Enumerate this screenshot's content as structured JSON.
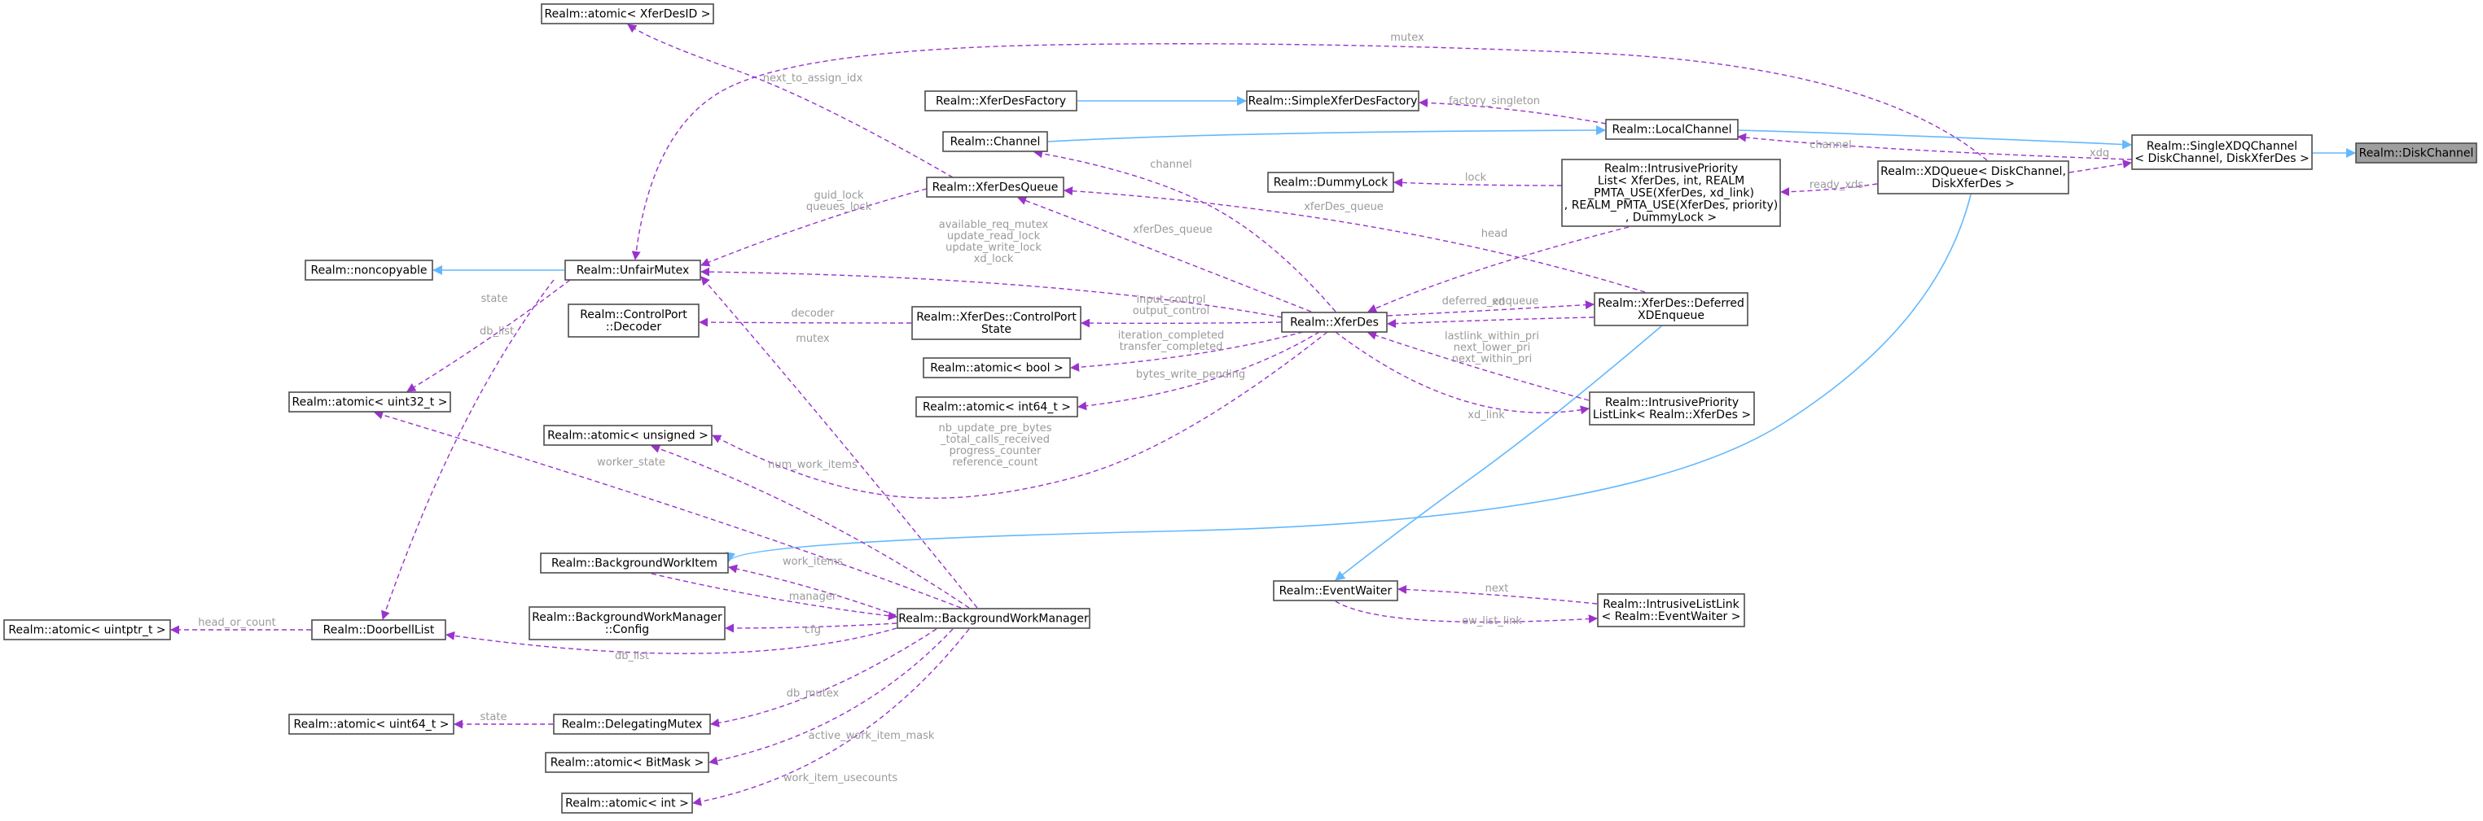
{
  "colors": {
    "inherit_edge": "#63b8ff",
    "use_edge": "#9a32cd",
    "label_text": "#9a9a9a",
    "highlight_fill": "#9e9e9e"
  },
  "nodes": [
    {
      "id": "DiskChannel",
      "lines": [
        "Realm::DiskChannel"
      ],
      "highlight": true
    },
    {
      "id": "SingleXDQChannel",
      "lines": [
        "Realm::SingleXDQChannel",
        "< DiskChannel, DiskXferDes >"
      ]
    },
    {
      "id": "XDQueue",
      "lines": [
        "Realm::XDQueue< DiskChannel,",
        "DiskXferDes >"
      ]
    },
    {
      "id": "LocalChannel",
      "lines": [
        "Realm::LocalChannel"
      ]
    },
    {
      "id": "SimpleXferDesFactory",
      "lines": [
        "Realm::SimpleXferDesFactory"
      ]
    },
    {
      "id": "XferDesFactory",
      "lines": [
        "Realm::XferDesFactory"
      ]
    },
    {
      "id": "Channel",
      "lines": [
        "Realm::Channel"
      ]
    },
    {
      "id": "atomicXferDesID",
      "lines": [
        "Realm::atomic< XferDesID >"
      ]
    },
    {
      "id": "XferDesQueue",
      "lines": [
        "Realm::XferDesQueue"
      ]
    },
    {
      "id": "IntrusivePriorityList",
      "lines": [
        "Realm::IntrusivePriority",
        "List< XferDes, int, REALM",
        "_PMTA_USE(XferDes, xd_link)",
        ", REALM_PMTA_USE(XferDes, priority)",
        ", DummyLock >"
      ]
    },
    {
      "id": "DummyLock",
      "lines": [
        "Realm::DummyLock"
      ]
    },
    {
      "id": "noncopyable",
      "lines": [
        "Realm::noncopyable"
      ]
    },
    {
      "id": "UnfairMutex",
      "lines": [
        "Realm::UnfairMutex"
      ]
    },
    {
      "id": "XferDes",
      "lines": [
        "Realm::XferDes"
      ]
    },
    {
      "id": "DeferredXDEnqueue",
      "lines": [
        "Realm::XferDes::Deferred",
        "XDEnqueue"
      ]
    },
    {
      "id": "ControlPortDecoder",
      "lines": [
        "Realm::ControlPort",
        "::Decoder"
      ]
    },
    {
      "id": "ControlPortState",
      "lines": [
        "Realm::XferDes::ControlPort",
        "State"
      ]
    },
    {
      "id": "atomicBool",
      "lines": [
        "Realm::atomic< bool >"
      ]
    },
    {
      "id": "atomicInt64",
      "lines": [
        "Realm::atomic< int64_t >"
      ]
    },
    {
      "id": "atomicUint32",
      "lines": [
        "Realm::atomic< uint32_t >"
      ]
    },
    {
      "id": "atomicUnsigned",
      "lines": [
        "Realm::atomic< unsigned >"
      ]
    },
    {
      "id": "IntrusivePriorityListLink",
      "lines": [
        "Realm::IntrusivePriority",
        "ListLink< Realm::XferDes >"
      ]
    },
    {
      "id": "BackgroundWorkItem",
      "lines": [
        "Realm::BackgroundWorkItem"
      ]
    },
    {
      "id": "BackgroundWorkManager",
      "lines": [
        "Realm::BackgroundWorkManager"
      ]
    },
    {
      "id": "BWMConfig",
      "lines": [
        "Realm::BackgroundWorkManager",
        "::Config"
      ]
    },
    {
      "id": "atomicUintptr",
      "lines": [
        "Realm::atomic< uintptr_t >"
      ]
    },
    {
      "id": "DoorbellList",
      "lines": [
        "Realm::DoorbellList"
      ]
    },
    {
      "id": "EventWaiter",
      "lines": [
        "Realm::EventWaiter"
      ]
    },
    {
      "id": "IntrusiveListLink",
      "lines": [
        "Realm::IntrusiveListLink",
        "< Realm::EventWaiter >"
      ]
    },
    {
      "id": "atomicUint64",
      "lines": [
        "Realm::atomic< uint64_t >"
      ]
    },
    {
      "id": "DelegatingMutex",
      "lines": [
        "Realm::DelegatingMutex"
      ]
    },
    {
      "id": "atomicBitMask",
      "lines": [
        "Realm::atomic< BitMask >"
      ]
    },
    {
      "id": "atomicInt",
      "lines": [
        "Realm::atomic< int >"
      ]
    }
  ],
  "edges": [
    {
      "kind": "inherit",
      "from": "SingleXDQChannel",
      "to": "DiskChannel",
      "labels": []
    },
    {
      "kind": "inherit",
      "from": "LocalChannel",
      "to": "SingleXDQChannel",
      "labels": []
    },
    {
      "kind": "inherit",
      "from": "Channel",
      "to": "LocalChannel",
      "labels": []
    },
    {
      "kind": "inherit",
      "from": "XferDesFactory",
      "to": "SimpleXferDesFactory",
      "labels": []
    },
    {
      "kind": "inherit",
      "from": "noncopyable",
      "to": "UnfairMutex",
      "labels": []
    },
    {
      "kind": "inherit",
      "from": "BackgroundWorkItem",
      "to": "XDQueue",
      "labels": []
    },
    {
      "kind": "inherit",
      "from": "EventWaiter",
      "to": "DeferredXDEnqueue",
      "labels": []
    },
    {
      "kind": "use",
      "from": "XDQueue",
      "to": "SingleXDQChannel",
      "labels": [
        "xdq"
      ]
    },
    {
      "kind": "use",
      "from": "XDQueue",
      "to": "UnfairMutex",
      "labels": [
        "mutex"
      ]
    },
    {
      "kind": "use",
      "from": "SingleXDQChannel",
      "to": "XDQueue",
      "labels": [
        "channel"
      ]
    },
    {
      "kind": "use",
      "from": "SimpleXferDesFactory",
      "to": "LocalChannel",
      "labels": [
        "factory_singleton"
      ]
    },
    {
      "kind": "use",
      "from": "XferDesQueue",
      "to": "atomicXferDesID",
      "labels": [
        "next_to_assign_idx"
      ]
    },
    {
      "kind": "use",
      "from": "IntrusivePriorityList",
      "to": "XDQueue",
      "labels": [
        "ready_xds"
      ]
    },
    {
      "kind": "use",
      "from": "DummyLock",
      "to": "IntrusivePriorityList",
      "labels": [
        "lock"
      ]
    },
    {
      "kind": "use",
      "from": "Channel",
      "to": "XferDes",
      "labels": [
        "channel"
      ]
    },
    {
      "kind": "use",
      "from": "XferDesQueue",
      "to": "DeferredXDEnqueue",
      "labels": [
        "xferDes_queue"
      ]
    },
    {
      "kind": "use",
      "from": "XferDesQueue",
      "to": "XferDes",
      "labels": [
        "xferDes_queue"
      ]
    },
    {
      "kind": "use",
      "from": "UnfairMutex",
      "to": "XferDesQueue",
      "labels": [
        "guid_lock",
        "queues_lock"
      ]
    },
    {
      "kind": "use",
      "from": "UnfairMutex",
      "to": "XferDes",
      "labels": [
        "available_req_mutex",
        "update_read_lock",
        "update_write_lock",
        "xd_lock"
      ]
    },
    {
      "kind": "use",
      "from": "XferDes",
      "to": "IntrusivePriorityList",
      "labels": [
        "head"
      ]
    },
    {
      "kind": "use",
      "from": "XferDes",
      "to": "DeferredXDEnqueue",
      "labels": [
        "xd"
      ]
    },
    {
      "kind": "use",
      "from": "DeferredXDEnqueue",
      "to": "XferDes",
      "labels": [
        "deferred_enqueue"
      ]
    },
    {
      "kind": "use",
      "from": "ControlPortState",
      "to": "XferDes",
      "labels": [
        "input_control",
        "output_control"
      ]
    },
    {
      "kind": "use",
      "from": "ControlPortDecoder",
      "to": "ControlPortState",
      "labels": [
        "decoder"
      ]
    },
    {
      "kind": "use",
      "from": "atomicBool",
      "to": "XferDes",
      "labels": [
        "iteration_completed",
        "transfer_completed"
      ]
    },
    {
      "kind": "use",
      "from": "atomicInt64",
      "to": "XferDes",
      "labels": [
        "bytes_write_pending"
      ]
    },
    {
      "kind": "use",
      "from": "atomicUnsigned",
      "to": "XferDes",
      "labels": [
        "nb_update_pre_bytes",
        "_total_calls_received",
        "progress_counter",
        "reference_count"
      ]
    },
    {
      "kind": "use",
      "from": "XferDes",
      "to": "IntrusivePriorityListLink",
      "labels": [
        "xd_link"
      ]
    },
    {
      "kind": "use",
      "from": "IntrusivePriorityListLink",
      "to": "XferDes",
      "labels": [
        "lastlink_within_pri",
        "next_lower_pri",
        "next_within_pri"
      ]
    },
    {
      "kind": "use",
      "from": "atomicUint32",
      "to": "UnfairMutex",
      "labels": [
        "state"
      ]
    },
    {
      "kind": "use",
      "from": "DoorbellList",
      "to": "UnfairMutex",
      "labels": [
        "db_list"
      ]
    },
    {
      "kind": "use",
      "from": "UnfairMutex",
      "to": "BackgroundWorkManager",
      "labels": [
        "mutex"
      ]
    },
    {
      "kind": "use",
      "from": "atomicUint32",
      "to": "BackgroundWorkManager",
      "labels": [
        "worker_state"
      ]
    },
    {
      "kind": "use",
      "from": "atomicUnsigned",
      "to": "BackgroundWorkManager",
      "labels": [
        "num_work_items"
      ]
    },
    {
      "kind": "use",
      "from": "BackgroundWorkManager",
      "to": "BackgroundWorkItem",
      "labels": [
        "work_items"
      ]
    },
    {
      "kind": "use",
      "from": "BackgroundWorkItem",
      "to": "BackgroundWorkManager",
      "labels": [
        "manager"
      ]
    },
    {
      "kind": "use",
      "from": "BWMConfig",
      "to": "BackgroundWorkManager",
      "labels": [
        "cfg"
      ]
    },
    {
      "kind": "use",
      "from": "DoorbellList",
      "to": "BackgroundWorkManager",
      "labels": [
        "db_list"
      ]
    },
    {
      "kind": "use",
      "from": "atomicUintptr",
      "to": "DoorbellList",
      "labels": [
        "head_or_count"
      ]
    },
    {
      "kind": "use",
      "from": "DelegatingMutex",
      "to": "BackgroundWorkManager",
      "labels": [
        "db_mutex"
      ]
    },
    {
      "kind": "use",
      "from": "atomicUint64",
      "to": "DelegatingMutex",
      "labels": [
        "state"
      ]
    },
    {
      "kind": "use",
      "from": "atomicBitMask",
      "to": "BackgroundWorkManager",
      "labels": [
        "active_work_item_mask"
      ]
    },
    {
      "kind": "use",
      "from": "atomicInt",
      "to": "BackgroundWorkManager",
      "labels": [
        "work_item_usecounts"
      ]
    },
    {
      "kind": "use",
      "from": "IntrusiveListLink",
      "to": "EventWaiter",
      "labels": [
        "next"
      ]
    },
    {
      "kind": "use",
      "from": "EventWaiter",
      "to": "IntrusiveListLink",
      "labels": [
        "ew_list_link"
      ]
    }
  ]
}
